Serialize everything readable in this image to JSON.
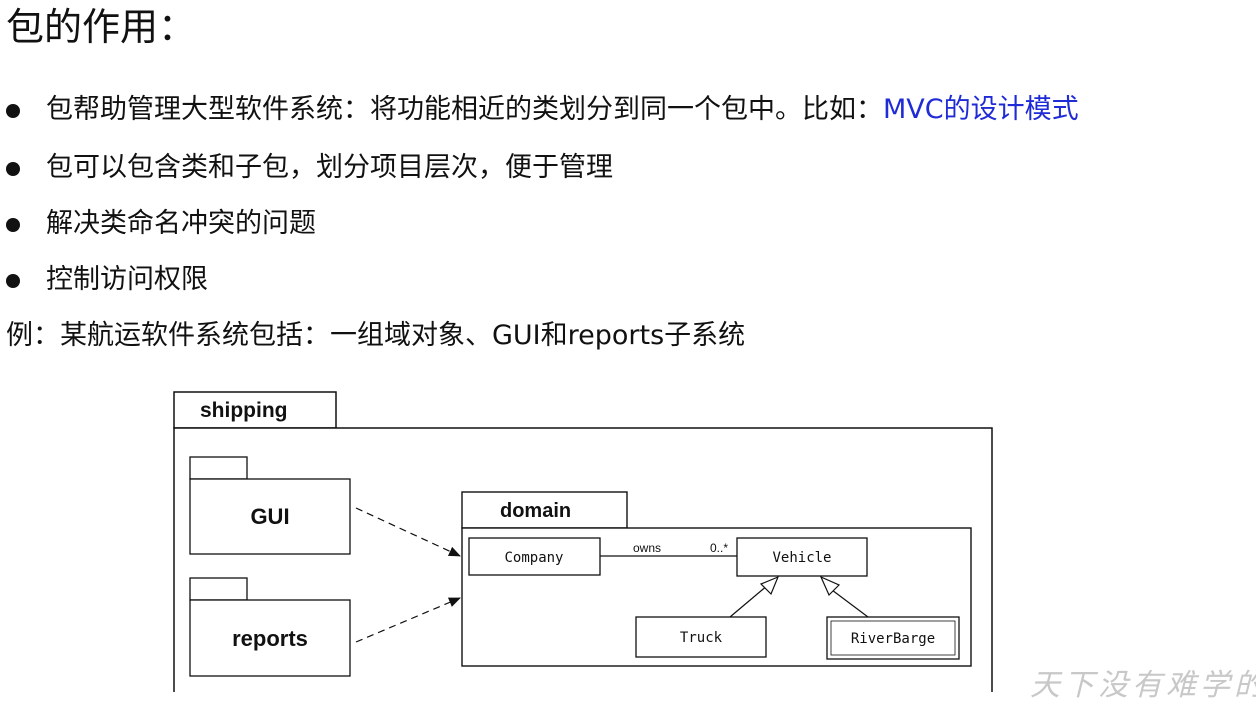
{
  "title": "包的作用：",
  "bullets": [
    {
      "text": "包帮助管理大型软件系统：将功能相近的类划分到同一个包中。比如：",
      "highlight": "MVC的设计模式"
    },
    {
      "text": "包可以包含类和子包，划分项目层次，便于管理",
      "highlight": ""
    },
    {
      "text": "解决类命名冲突的问题",
      "highlight": ""
    },
    {
      "text": "控制访问权限",
      "highlight": ""
    }
  ],
  "example": "例：某航运软件系统包括：一组域对象、GUI和reports子系统",
  "diagram": {
    "outer_package": "shipping",
    "packages": [
      "GUI",
      "reports"
    ],
    "inner_package": "domain",
    "classes": [
      "Company",
      "Vehicle",
      "Truck",
      "RiverBarge"
    ],
    "association": {
      "label": "owns",
      "multiplicity": "0..*"
    }
  },
  "watermark": "天下没有难学的",
  "colors": {
    "highlight": "#1f2bd6",
    "text": "#111111"
  }
}
